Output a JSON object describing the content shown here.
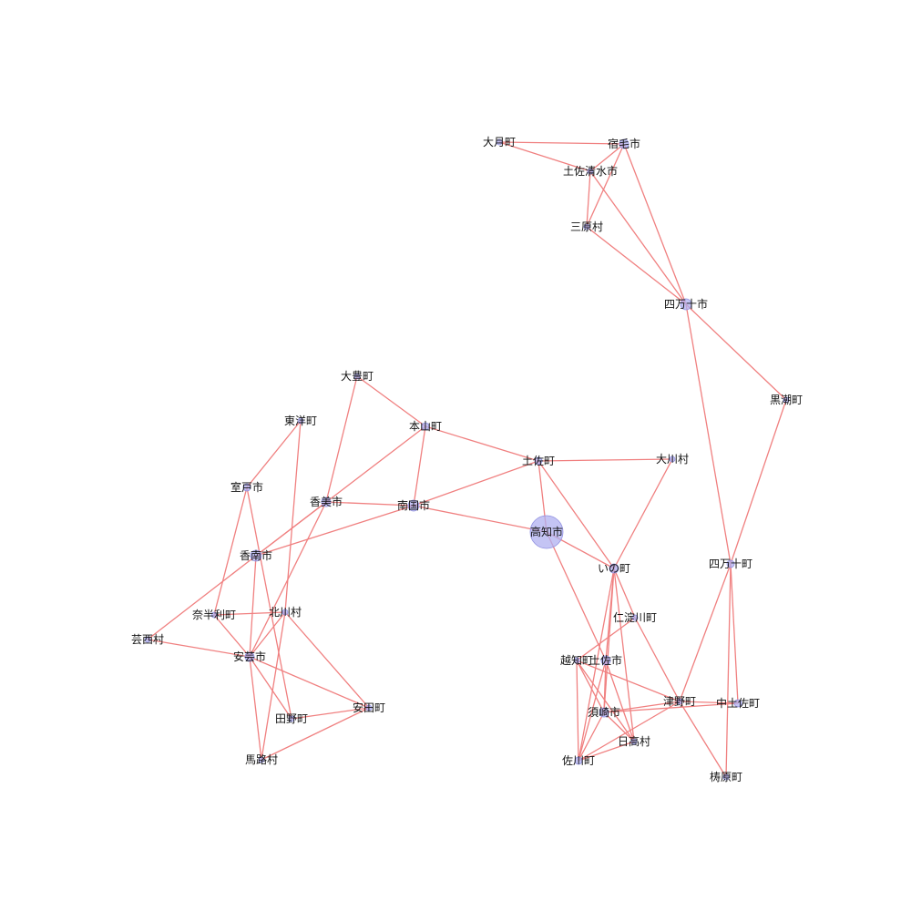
{
  "colors": {
    "edge": "#f08080",
    "node": "#b0b0f0",
    "label": "#111111",
    "background": "#ffffff"
  },
  "nodes": [
    {
      "id": "大月町",
      "label": "大月町",
      "size": 3
    },
    {
      "id": "宿毛市",
      "label": "宿毛市",
      "size": 5
    },
    {
      "id": "土佐清水市",
      "label": "土佐清水市",
      "size": 3
    },
    {
      "id": "三原村",
      "label": "三原村",
      "size": 3
    },
    {
      "id": "四万十市",
      "label": "四万十市",
      "size": 6
    },
    {
      "id": "黒潮町",
      "label": "黒潮町",
      "size": 3
    },
    {
      "id": "大豊町",
      "label": "大豊町",
      "size": 3
    },
    {
      "id": "本山町",
      "label": "本山町",
      "size": 4
    },
    {
      "id": "東洋町",
      "label": "東洋町",
      "size": 3
    },
    {
      "id": "土佐町",
      "label": "土佐町",
      "size": 4
    },
    {
      "id": "大川村",
      "label": "大川村",
      "size": 3
    },
    {
      "id": "室戸市",
      "label": "室戸市",
      "size": 4
    },
    {
      "id": "香美市",
      "label": "香美市",
      "size": 5
    },
    {
      "id": "南国市",
      "label": "南国市",
      "size": 6
    },
    {
      "id": "高知市",
      "label": "高知市",
      "size": 18
    },
    {
      "id": "香南市",
      "label": "香南市",
      "size": 6
    },
    {
      "id": "いの町",
      "label": "いの町",
      "size": 5
    },
    {
      "id": "四万十町",
      "label": "四万十町",
      "size": 4
    },
    {
      "id": "奈半利町",
      "label": "奈半利町",
      "size": 3
    },
    {
      "id": "北川村",
      "label": "北川村",
      "size": 3
    },
    {
      "id": "仁淀川町",
      "label": "仁淀川町",
      "size": 3
    },
    {
      "id": "芸西村",
      "label": "芸西村",
      "size": 3
    },
    {
      "id": "安芸市",
      "label": "安芸市",
      "size": 5
    },
    {
      "id": "越知町",
      "label": "越知町",
      "size": 3
    },
    {
      "id": "土佐市",
      "label": "土佐市",
      "size": 5
    },
    {
      "id": "安田町",
      "label": "安田町",
      "size": 3
    },
    {
      "id": "田野町",
      "label": "田野町",
      "size": 3
    },
    {
      "id": "津野町",
      "label": "津野町",
      "size": 3
    },
    {
      "id": "中土佐町",
      "label": "中土佐町",
      "size": 4
    },
    {
      "id": "須崎市",
      "label": "須崎市",
      "size": 5
    },
    {
      "id": "日高村",
      "label": "日高村",
      "size": 3
    },
    {
      "id": "佐川町",
      "label": "佐川町",
      "size": 4
    },
    {
      "id": "馬路村",
      "label": "馬路村",
      "size": 3
    },
    {
      "id": "梼原町",
      "label": "梼原町",
      "size": 3
    }
  ],
  "edges": [
    [
      "大月町",
      "宿毛市"
    ],
    [
      "大月町",
      "土佐清水市"
    ],
    [
      "宿毛市",
      "土佐清水市"
    ],
    [
      "宿毛市",
      "三原村"
    ],
    [
      "宿毛市",
      "四万十市"
    ],
    [
      "土佐清水市",
      "三原村"
    ],
    [
      "土佐清水市",
      "四万十市"
    ],
    [
      "三原村",
      "四万十市"
    ],
    [
      "四万十市",
      "黒潮町"
    ],
    [
      "四万十市",
      "四万十町"
    ],
    [
      "黒潮町",
      "四万十町"
    ],
    [
      "大豊町",
      "本山町"
    ],
    [
      "大豊町",
      "香美市"
    ],
    [
      "本山町",
      "土佐町"
    ],
    [
      "本山町",
      "南国市"
    ],
    [
      "本山町",
      "香南市"
    ],
    [
      "土佐町",
      "大川村"
    ],
    [
      "土佐町",
      "高知市"
    ],
    [
      "土佐町",
      "南国市"
    ],
    [
      "土佐町",
      "いの町"
    ],
    [
      "大川村",
      "いの町"
    ],
    [
      "東洋町",
      "室戸市"
    ],
    [
      "東洋町",
      "北川村"
    ],
    [
      "室戸市",
      "奈半利町"
    ],
    [
      "室戸市",
      "田野町"
    ],
    [
      "香美市",
      "南国市"
    ],
    [
      "香美市",
      "香南市"
    ],
    [
      "香美市",
      "安芸市"
    ],
    [
      "南国市",
      "高知市"
    ],
    [
      "南国市",
      "香南市"
    ],
    [
      "高知市",
      "いの町"
    ],
    [
      "高知市",
      "土佐市"
    ],
    [
      "香南市",
      "芸西村"
    ],
    [
      "香南市",
      "安芸市"
    ],
    [
      "奈半利町",
      "北川村"
    ],
    [
      "奈半利町",
      "安芸市"
    ],
    [
      "北川村",
      "安芸市"
    ],
    [
      "北川村",
      "安田町"
    ],
    [
      "北川村",
      "馬路村"
    ],
    [
      "芸西村",
      "安芸市"
    ],
    [
      "安芸市",
      "安田町"
    ],
    [
      "安芸市",
      "田野町"
    ],
    [
      "安芸市",
      "馬路村"
    ],
    [
      "安田町",
      "田野町"
    ],
    [
      "安田町",
      "馬路村"
    ],
    [
      "いの町",
      "仁淀川町"
    ],
    [
      "いの町",
      "土佐市"
    ],
    [
      "いの町",
      "須崎市"
    ],
    [
      "いの町",
      "佐川町"
    ],
    [
      "いの町",
      "日高村"
    ],
    [
      "仁淀川町",
      "越知町"
    ],
    [
      "仁淀川町",
      "津野町"
    ],
    [
      "越知町",
      "佐川町"
    ],
    [
      "越知町",
      "須崎市"
    ],
    [
      "越知町",
      "日高村"
    ],
    [
      "越知町",
      "津野町"
    ],
    [
      "土佐市",
      "須崎市"
    ],
    [
      "土佐市",
      "日高村"
    ],
    [
      "土佐市",
      "佐川町"
    ],
    [
      "四万十町",
      "津野町"
    ],
    [
      "四万十町",
      "中土佐町"
    ],
    [
      "四万十町",
      "梼原町"
    ],
    [
      "津野町",
      "須崎市"
    ],
    [
      "津野町",
      "中土佐町"
    ],
    [
      "津野町",
      "梼原町"
    ],
    [
      "津野町",
      "佐川町"
    ],
    [
      "中土佐町",
      "須崎市"
    ],
    [
      "須崎市",
      "日高村"
    ],
    [
      "須崎市",
      "佐川町"
    ],
    [
      "日高村",
      "佐川町"
    ]
  ]
}
